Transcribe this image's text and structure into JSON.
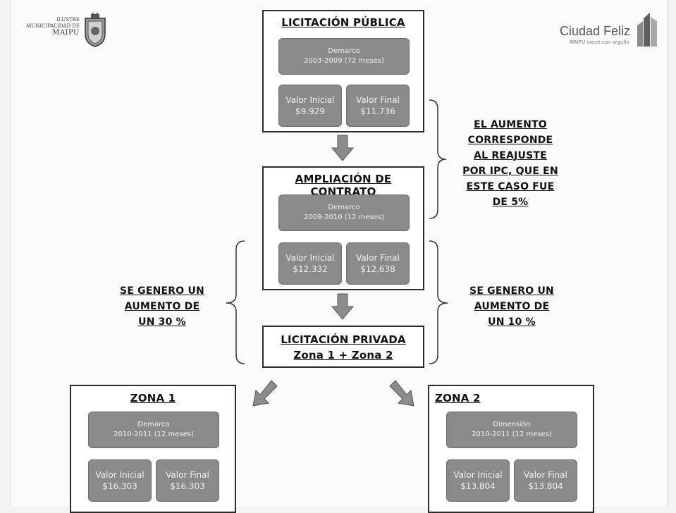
{
  "logos": {
    "left": {
      "line1": "ILUSTRE",
      "line2": "MUNICIPALIDAD DE",
      "line3": "MAIPU"
    },
    "right": {
      "name": "Ciudad Feliz",
      "tagline": "MAIPÚ crece con orgullo"
    }
  },
  "licitacion_publica": {
    "title": "LICITACIÓN PÚBLICA",
    "company": "Demarco",
    "period": "2003-2009 (72 meses)",
    "initial_label": "Valor Inicial",
    "initial_value": "$9.929",
    "final_label": "Valor Final",
    "final_value": "$11.736"
  },
  "ampliacion": {
    "title": "AMPLIACIÓN DE CONTRATO",
    "company": "Demarco",
    "period": "2009-2010 (12 meses)",
    "initial_label": "Valor Inicial",
    "initial_value": "$12.332",
    "final_label": "Valor Final",
    "final_value": "$12.638"
  },
  "licitacion_privada": {
    "title": "LICITACIÓN PRIVADA",
    "subtitle": "Zona 1 + Zona 2"
  },
  "zona1": {
    "title": "ZONA 1",
    "company": "Demarco",
    "period": "2010-2011 (12 meses)",
    "initial_label": "Valor Inicial",
    "initial_value": "$16.303",
    "final_label": "Valor Final",
    "final_value": "$16.303"
  },
  "zona2": {
    "title": "ZONA 2",
    "company": "Dimensión",
    "period": "2010-2011 (12 meses)",
    "initial_label": "Valor Inicial",
    "initial_value": "$13.804",
    "final_label": "Valor Final",
    "final_value": "$13.804"
  },
  "notes": {
    "ipc": [
      "EL AUMENTO",
      "CORRESPONDE",
      "AL REAJUSTE",
      "POR IPC, QUE EN",
      "ESTE CASO FUE",
      "DE 5%"
    ],
    "left": [
      "SE GENERO UN",
      "AUMENTO DE",
      "UN 30 %"
    ],
    "right": [
      "SE GENERO UN",
      "AUMENTO DE",
      "UN 10 %"
    ]
  }
}
